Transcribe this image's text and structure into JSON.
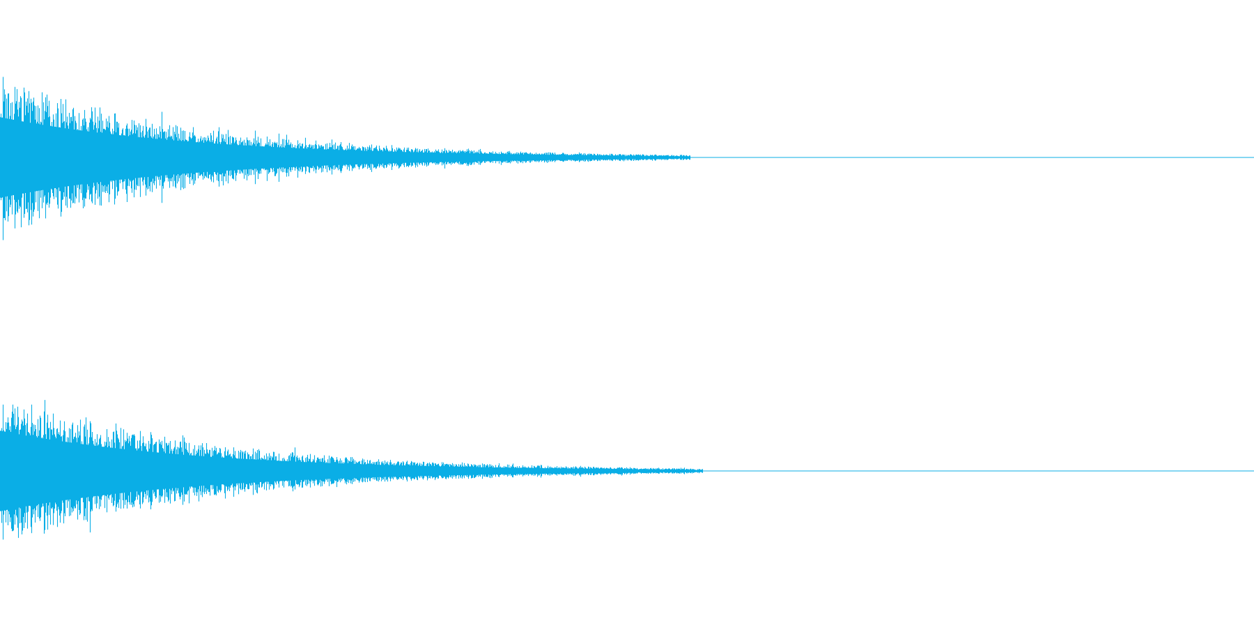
{
  "waveform": {
    "color": "#0aaee6",
    "channels": [
      {
        "label": "",
        "peak_amplitude": 1.0,
        "decay_fraction": 0.55
      },
      {
        "label": "",
        "peak_amplitude": 1.0,
        "decay_fraction": 0.56
      }
    ]
  }
}
